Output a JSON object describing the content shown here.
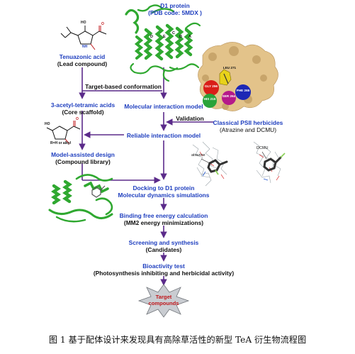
{
  "nodes": {
    "d1_title": "D1 protein",
    "d1_pdb": "(PDB code: 5MDX )",
    "tea_name": "Tenuazonic acid",
    "tea_role": "(Lead compound)",
    "target_based": "Target-based conformation",
    "scaffold_name": "3-acetyl-tetramic acids",
    "scaffold_role": "(Core scaffold)",
    "interaction_model": "Molecular interaction model",
    "validation": "Validation",
    "psii_name": "Classical PSII herbicides",
    "psii_examples": "(Atrazine and DCMU)",
    "reliable_model": "Reliable interaction model",
    "model_design": "Model-assisted design",
    "compound_library": "(Compound library)",
    "docking_1": "Docking to D1 protein",
    "docking_2": "Molecular dynamics simulations",
    "binding_1": "Binding free energy calculation",
    "binding_2": "(MM2 energy minimizations)",
    "screening": "Screening and synthesis",
    "candidates": "(Candidates)",
    "bioactivity": "Bioactivity test",
    "bioactivity_detail": "(Photosynthesis inhibiting and herbicidal activity)",
    "target_1": "Target",
    "target_2": "compounds"
  },
  "structure_labels": {
    "ho": "HO",
    "o": "O",
    "nh": "NH",
    "r_group": "R=H or alkyl",
    "helix_d": "D",
    "helix_e": "E",
    "helix_c": "C",
    "helix_b": "B",
    "helix_a": "A",
    "res_gly": "GLY 256",
    "res_phe": "PHE 265",
    "res_his": "HIS 215",
    "res_ser": "SER 264",
    "res_leu": "LEU 271",
    "atrazine": "atrazine",
    "dcmu": "DCMU"
  },
  "caption": {
    "text": "图 1 基于配体设计来发现具有高除草活性的新型 TeA 衍生物流程图"
  },
  "colors": {
    "flow_text": "#1f3fbf",
    "arrow": "#5b2b8a",
    "protein": "#2fa830",
    "pocket": "#e3c38a",
    "target_star": "#c9ccd1",
    "target_text": "#c0171b"
  }
}
